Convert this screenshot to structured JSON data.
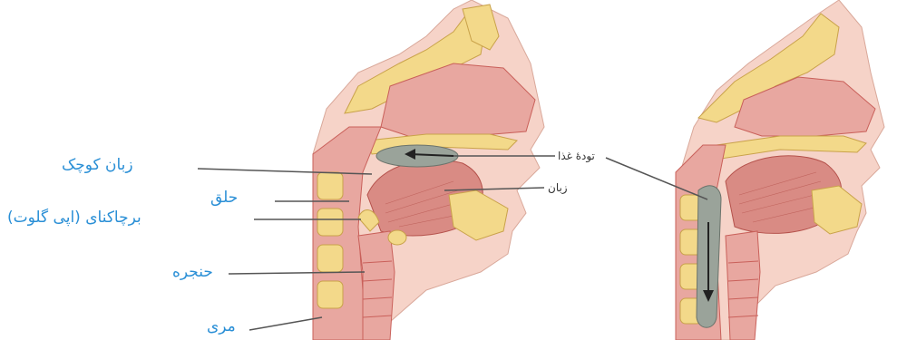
{
  "labels": {
    "uvula": "زبان کوچک",
    "pharynx": "حلق",
    "epiglottis": "برچاکنای (اپی گلوت)",
    "larynx": "حنجره",
    "esophagus": "مری",
    "food_bolus": "تودهٔ غذا",
    "tongue": "زبان"
  },
  "colors": {
    "label_blue": "#2a8fd6",
    "label_dark": "#333333",
    "leader_line": "#555555",
    "bone": "#f3d98a",
    "tissue": "#e8a7a0",
    "tissue_dark": "#c9605a",
    "muscle": "#d98b84",
    "bolus": "#9aa39a",
    "skin": "#f6d3c8"
  }
}
